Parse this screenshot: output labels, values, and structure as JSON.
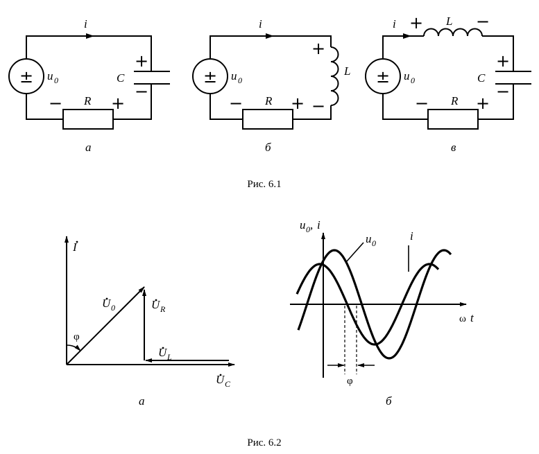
{
  "fig61": {
    "caption": "Рис. 6.1",
    "a": {
      "current": "i",
      "source": "u",
      "source_sub": "0",
      "cap": "C",
      "res": "R",
      "sublabel": "а"
    },
    "b": {
      "current": "i",
      "source": "u",
      "source_sub": "0",
      "ind": "L",
      "res": "R",
      "sublabel": "б"
    },
    "c": {
      "current": "i",
      "source": "u",
      "source_sub": "0",
      "ind": "L",
      "cap": "C",
      "res": "R",
      "sublabel": "в"
    },
    "signs": {
      "plus": "+",
      "minus": "−",
      "source_symbol": "±"
    }
  },
  "fig62": {
    "caption": "Рис. 6.2",
    "phasor": {
      "I": "I",
      "U0": "U",
      "U0_sub": "0",
      "UR": "U",
      "UR_sub": "R",
      "UL": "U",
      "UL_sub": "L",
      "UC": "U",
      "UC_sub": "C",
      "phi": "φ",
      "sublabel": "а"
    },
    "wave": {
      "ylabel_u": "u",
      "ylabel_u_sub": "0",
      "ylabel_sep": ", ",
      "ylabel_i": "i",
      "curve_u": "u",
      "curve_u_sub": "0",
      "curve_i": "i",
      "xlabel_omega": "ω",
      "xlabel_t": "t",
      "phi": "φ",
      "sublabel": "б"
    }
  }
}
